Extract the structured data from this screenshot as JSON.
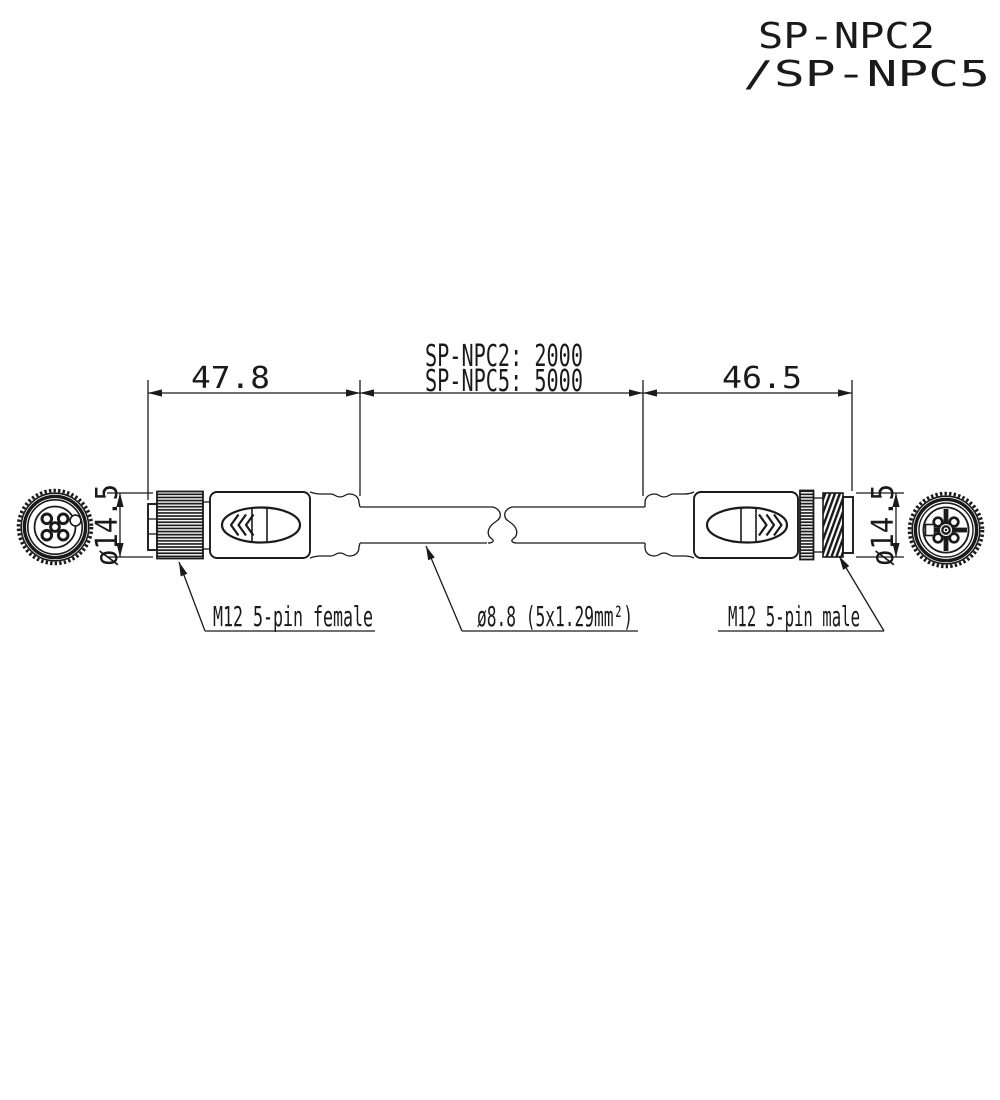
{
  "drawing": {
    "title_line1": "SP-NPC2",
    "title_line2": "/SP-NPC5",
    "dims": {
      "female_length": "47.8",
      "male_length": "46.5",
      "cable_len_npc2": "SP-NPC2: 2000",
      "cable_len_npc5": "SP-NPC5: 5000",
      "female_diameter": "ø14.5",
      "male_diameter": "ø14.5"
    },
    "callouts": {
      "female": "M12 5-pin female",
      "cable": "ø8.8 (5x1.29mm²)",
      "male": "M12 5-pin male"
    },
    "colors": {
      "ink": "#1a1a1a",
      "background": "#ffffff"
    }
  }
}
